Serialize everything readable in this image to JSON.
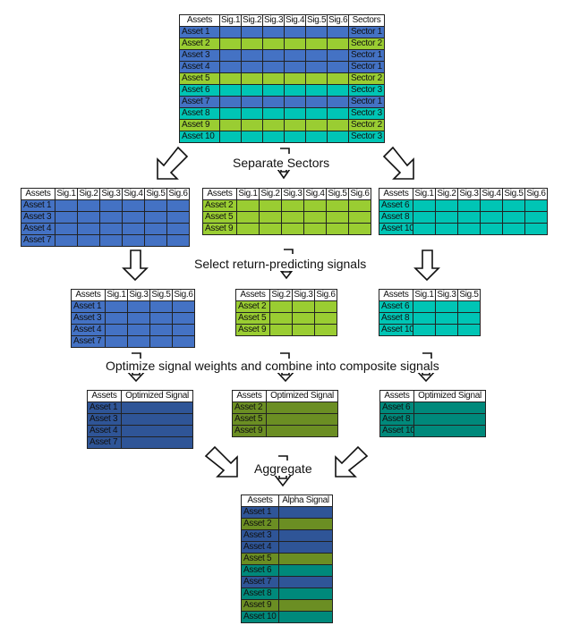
{
  "colors": {
    "sector1": "#4472c4",
    "sector2": "#9acd32",
    "sector3": "#00c5b5",
    "sector1_dark": "#2f5597",
    "sector2_dark": "#6b8e23",
    "sector3_dark": "#00897b",
    "grid": "#222222"
  },
  "steps": {
    "separate": "Separate Sectors",
    "select": "Select return-predicting signals",
    "optimize": "Optimize signal weights and combine into composite signals",
    "aggregate": "Aggregate"
  },
  "top_table": {
    "headers": [
      "Assets",
      "Sig.1",
      "Sig.2",
      "Sig.3",
      "Sig.4",
      "Sig.5",
      "Sig.6",
      "Sectors"
    ],
    "rows": [
      {
        "asset": "Asset 1",
        "sector": "Sector 1",
        "group": 1
      },
      {
        "asset": "Asset 2",
        "sector": "Sector 2",
        "group": 2
      },
      {
        "asset": "Asset 3",
        "sector": "Sector 1",
        "group": 1
      },
      {
        "asset": "Asset 4",
        "sector": "Sector 1",
        "group": 1
      },
      {
        "asset": "Asset 5",
        "sector": "Sector 2",
        "group": 2
      },
      {
        "asset": "Asset 6",
        "sector": "Sector 3",
        "group": 3
      },
      {
        "asset": "Asset 7",
        "sector": "Sector 1",
        "group": 1
      },
      {
        "asset": "Asset 8",
        "sector": "Sector 3",
        "group": 3
      },
      {
        "asset": "Asset 9",
        "sector": "Sector 2",
        "group": 2
      },
      {
        "asset": "Asset 10",
        "sector": "Sector 3",
        "group": 3
      }
    ]
  },
  "sector_tables": [
    {
      "group": 1,
      "headers": [
        "Assets",
        "Sig.1",
        "Sig.2",
        "Sig.3",
        "Sig.4",
        "Sig.5",
        "Sig.6"
      ],
      "assets": [
        "Asset 1",
        "Asset 3",
        "Asset 4",
        "Asset 7"
      ]
    },
    {
      "group": 2,
      "headers": [
        "Assets",
        "Sig.1",
        "Sig.2",
        "Sig.3",
        "Sig.4",
        "Sig.5",
        "Sig.6"
      ],
      "assets": [
        "Asset 2",
        "Asset 5",
        "Asset 9"
      ]
    },
    {
      "group": 3,
      "headers": [
        "Assets",
        "Sig.1",
        "Sig.2",
        "Sig.3",
        "Sig.4",
        "Sig.5",
        "Sig.6"
      ],
      "assets": [
        "Asset 6",
        "Asset 8",
        "Asset 10"
      ]
    }
  ],
  "selected_tables": [
    {
      "group": 1,
      "headers": [
        "Assets",
        "Sig.1",
        "Sig.3",
        "Sig.5",
        "Sig.6"
      ],
      "assets": [
        "Asset 1",
        "Asset 3",
        "Asset 4",
        "Asset 7"
      ]
    },
    {
      "group": 2,
      "headers": [
        "Assets",
        "Sig.2",
        "Sig.3",
        "Sig.6"
      ],
      "assets": [
        "Asset 2",
        "Asset 5",
        "Asset 9"
      ]
    },
    {
      "group": 3,
      "headers": [
        "Assets",
        "Sig.1",
        "Sig.3",
        "Sig.5"
      ],
      "assets": [
        "Asset 6",
        "Asset 8",
        "Asset 10"
      ]
    }
  ],
  "composite_tables": [
    {
      "group": 1,
      "headers": [
        "Assets",
        "Optimized Signal"
      ],
      "assets": [
        "Asset 1",
        "Asset 3",
        "Asset 4",
        "Asset 7"
      ]
    },
    {
      "group": 2,
      "headers": [
        "Assets",
        "Optimized Signal"
      ],
      "assets": [
        "Asset 2",
        "Asset 5",
        "Asset 9"
      ]
    },
    {
      "group": 3,
      "headers": [
        "Assets",
        "Optimized Signal"
      ],
      "assets": [
        "Asset 6",
        "Asset 8",
        "Asset 10"
      ]
    }
  ],
  "alpha_table": {
    "headers": [
      "Assets",
      "Alpha Signal"
    ],
    "rows": [
      {
        "asset": "Asset 1",
        "group": 1
      },
      {
        "asset": "Asset 2",
        "group": 2
      },
      {
        "asset": "Asset 3",
        "group": 1
      },
      {
        "asset": "Asset 4",
        "group": 1
      },
      {
        "asset": "Asset 5",
        "group": 2
      },
      {
        "asset": "Asset 6",
        "group": 3
      },
      {
        "asset": "Asset 7",
        "group": 1
      },
      {
        "asset": "Asset 8",
        "group": 3
      },
      {
        "asset": "Asset 9",
        "group": 2
      },
      {
        "asset": "Asset 10",
        "group": 3
      }
    ]
  }
}
